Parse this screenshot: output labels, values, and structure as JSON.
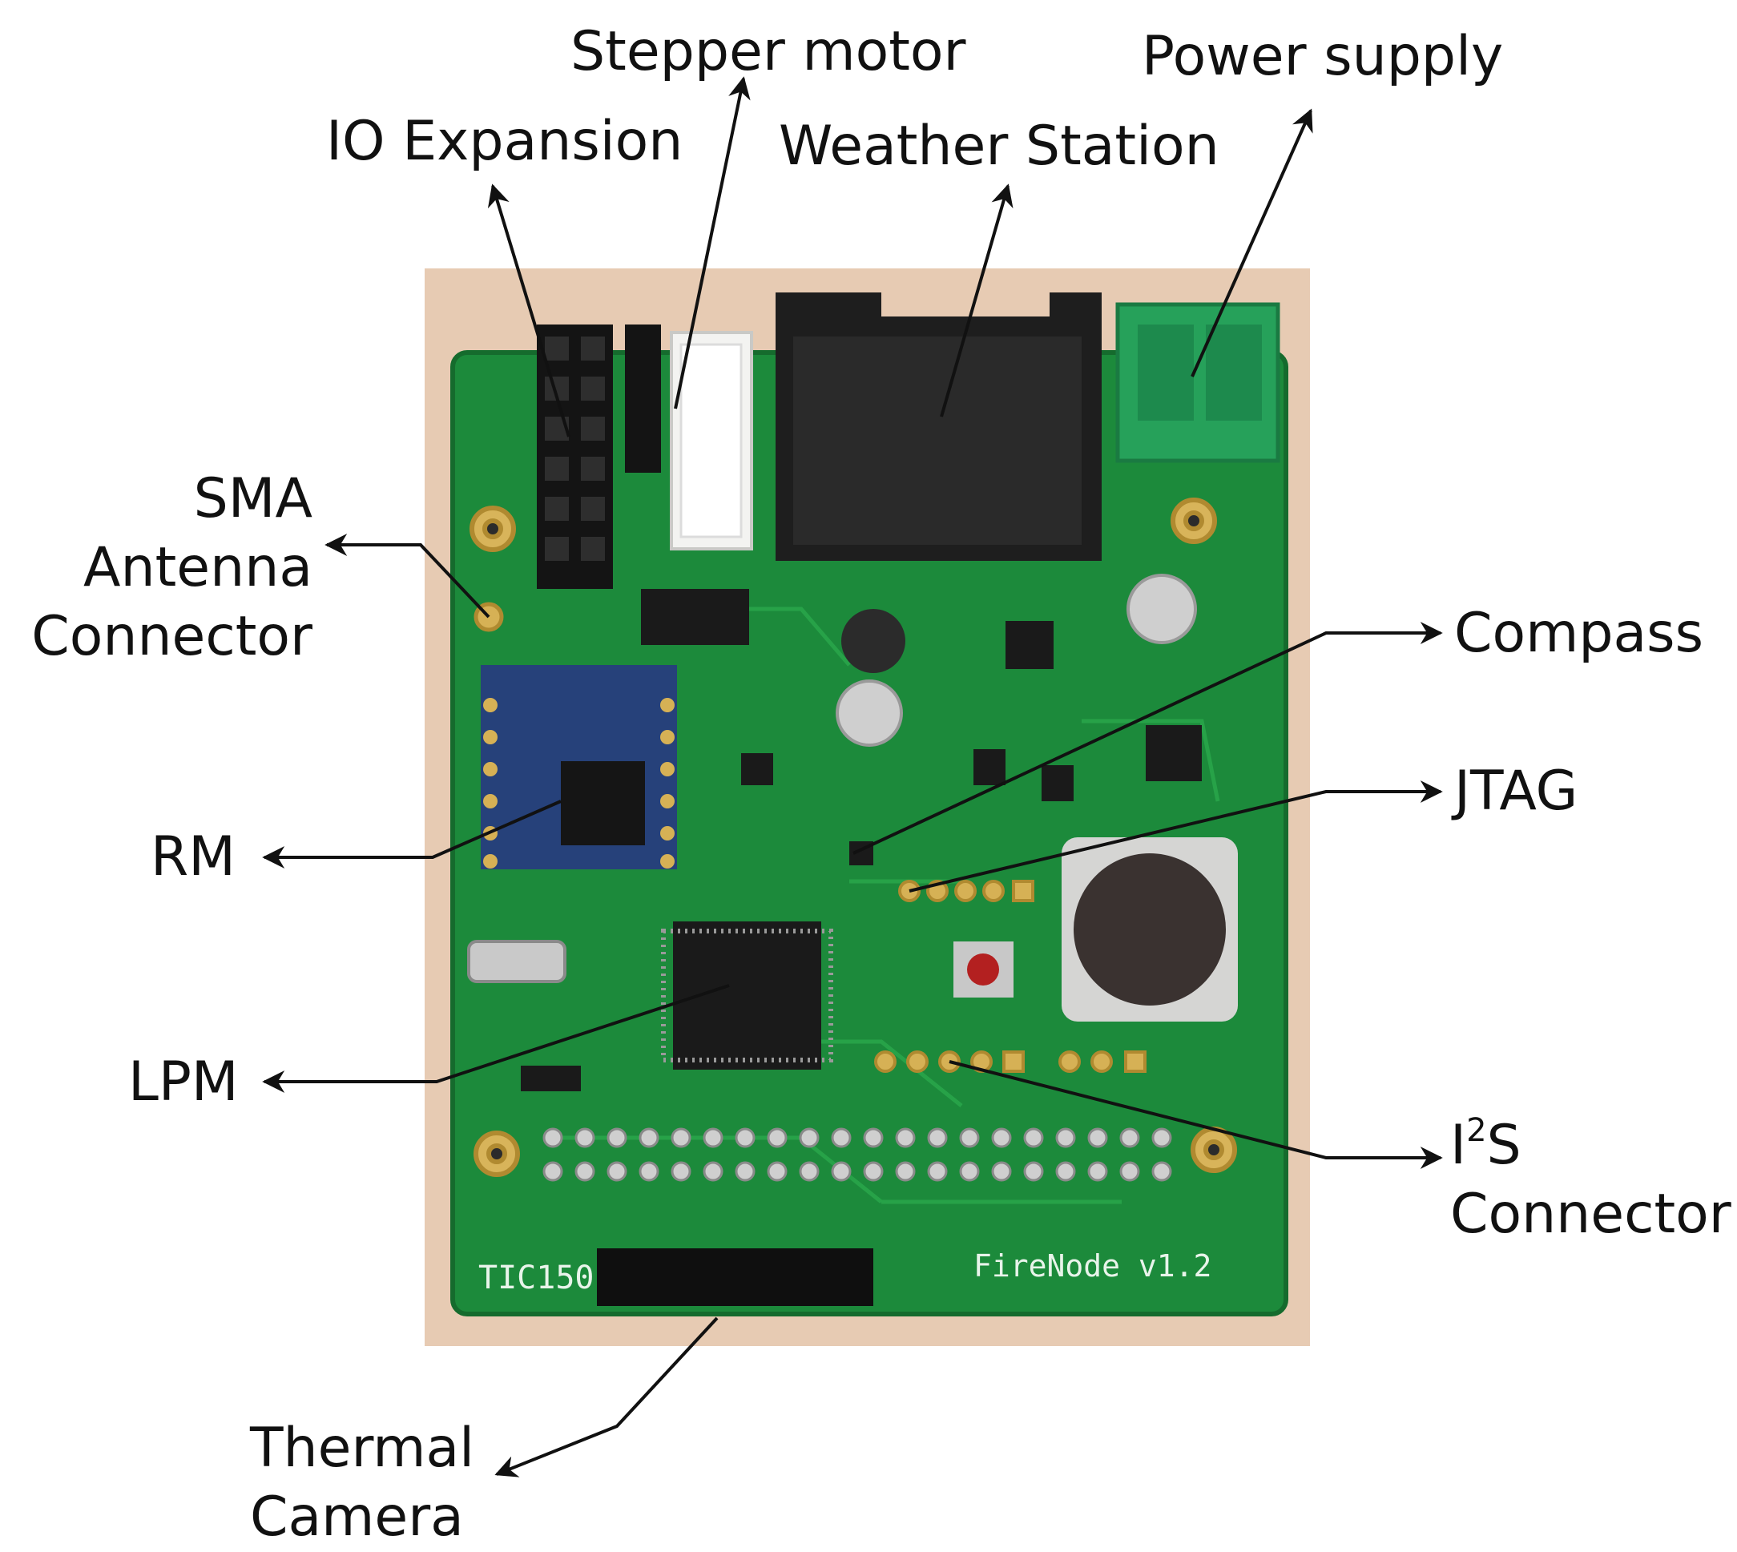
{
  "figure": {
    "background": "#ffffff",
    "board_color": "#1d8a3a",
    "photo_background": "#e9cdb5",
    "labels": {
      "stepper_motor": "Stepper motor",
      "power_supply": "Power supply",
      "io_expansion": "IO Expansion",
      "weather_station": "Weather Station",
      "sma_antenna": [
        "SMA",
        "Antenna",
        "Connector"
      ],
      "compass": "Compass",
      "jtag": "JTAG",
      "rm": "RM",
      "lpm": "LPM",
      "i2s_connector": {
        "prefix": "I",
        "superscript": "2",
        "suffix": "S",
        "line2": "Connector"
      },
      "thermal_camera": [
        "Thermal",
        "Camera"
      ]
    },
    "board_silkscreen": {
      "left": "TIC150",
      "right": "FireNode v1.2"
    }
  }
}
